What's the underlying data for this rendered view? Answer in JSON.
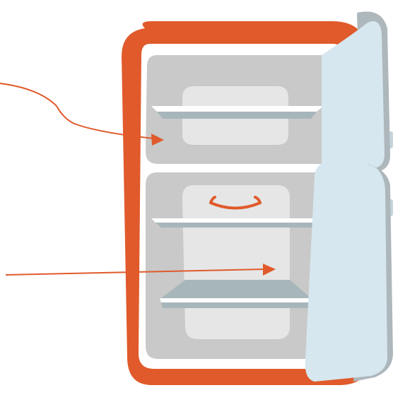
{
  "illustration": {
    "subject": "open-refrigerator",
    "icons": [
      "refrigerator-body",
      "freezer-compartment",
      "fridge-compartment",
      "shelf",
      "door",
      "door-hinge",
      "smile-mark",
      "pointer-arrow"
    ]
  },
  "colors": {
    "body_orange": "#e05a2b",
    "interior_gray": "#c9c9c9",
    "interior_light": "#dcdcdc",
    "panel_light": "#e6e6e6",
    "shelf_top": "#ffffff",
    "shelf_front": "#a7b6bb",
    "door_face": "#d6e7ef",
    "door_edge": "#adb7bc",
    "hinge": "#c5d4da",
    "arrow": "#e05a2b",
    "background": "#ffffff"
  }
}
